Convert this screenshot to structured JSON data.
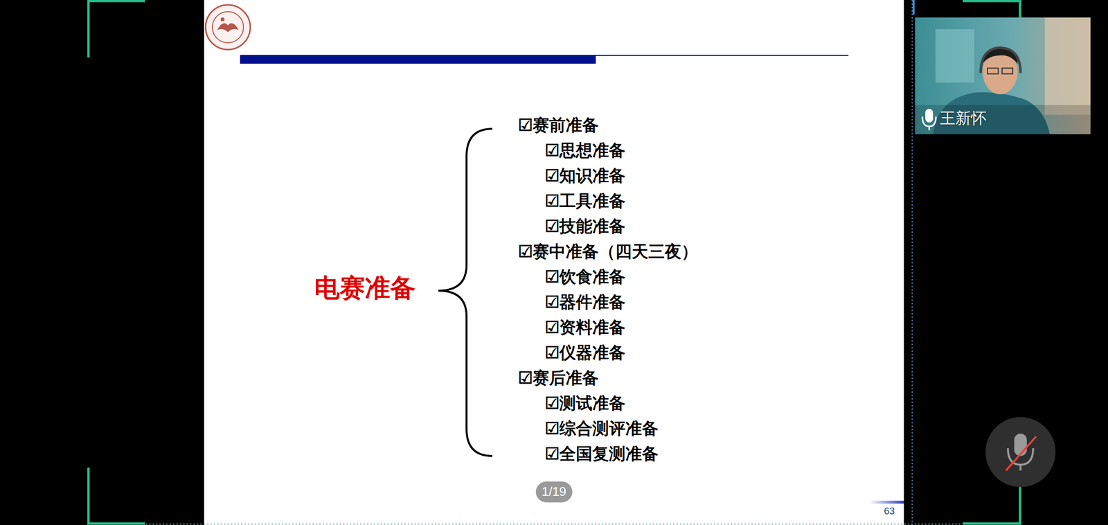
{
  "diagram": {
    "labels": [
      "电赛准备",
      "☑赛前准备",
      "☑思想准备",
      "☑知识准备",
      "☑工具准备",
      "☑技能准备",
      "☑赛中准备（四天三夜）",
      "☑饮食准备",
      "☑器件准备",
      "☑资料准备",
      "☑仪器准备",
      "☑赛后准备",
      "☑测试准备",
      "☑综合测评准备",
      "☑全国复测准备",
      "1/19",
      "63",
      "王新怀"
    ]
  }
}
